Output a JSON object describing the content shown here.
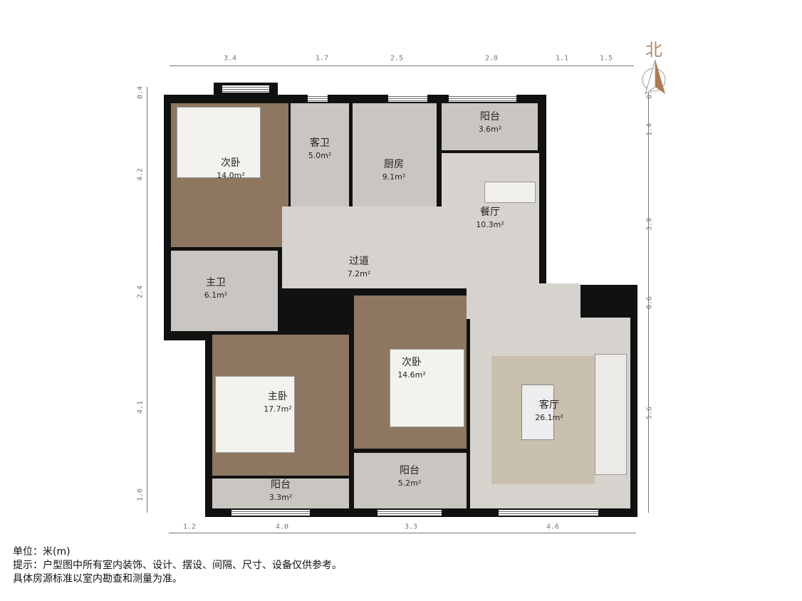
{
  "compass": {
    "north_label": "北"
  },
  "dimensions": {
    "top": [
      "3.4",
      "1.7",
      "2.5",
      "2.8",
      "1.1",
      "1.5"
    ],
    "bottom": [
      "1.2",
      "4.0",
      "3.3",
      "4.6"
    ],
    "left": [
      "0.4",
      "4.2",
      "2.4",
      "4.1",
      "1.0"
    ],
    "right": [
      "0.4",
      "1.4",
      "3.9",
      "0.6",
      "5.6"
    ]
  },
  "rooms": [
    {
      "name": "次卧",
      "area": "14.0m²"
    },
    {
      "name": "客卫",
      "area": "5.0m²"
    },
    {
      "name": "厨房",
      "area": "9.1m²"
    },
    {
      "name": "阳台",
      "area": "3.6m²"
    },
    {
      "name": "餐厅",
      "area": "10.3m²"
    },
    {
      "name": "过道",
      "area": "7.2m²"
    },
    {
      "name": "主卫",
      "area": "6.1m²"
    },
    {
      "name": "主卧",
      "area": "17.7m²"
    },
    {
      "name": "次卧",
      "area": "14.6m²"
    },
    {
      "name": "阳台",
      "area": "3.3m²"
    },
    {
      "name": "阳台",
      "area": "5.2m²"
    },
    {
      "name": "客厅",
      "area": "26.1m²"
    }
  ],
  "notes": {
    "unit": "单位：米(m)",
    "hint": "提示：户型图中所有室内装饰、设计、摆设、间隔、尺寸、设备仅供参考。",
    "disclaimer": "具体房源标准以室内勘查和测量为准。"
  }
}
